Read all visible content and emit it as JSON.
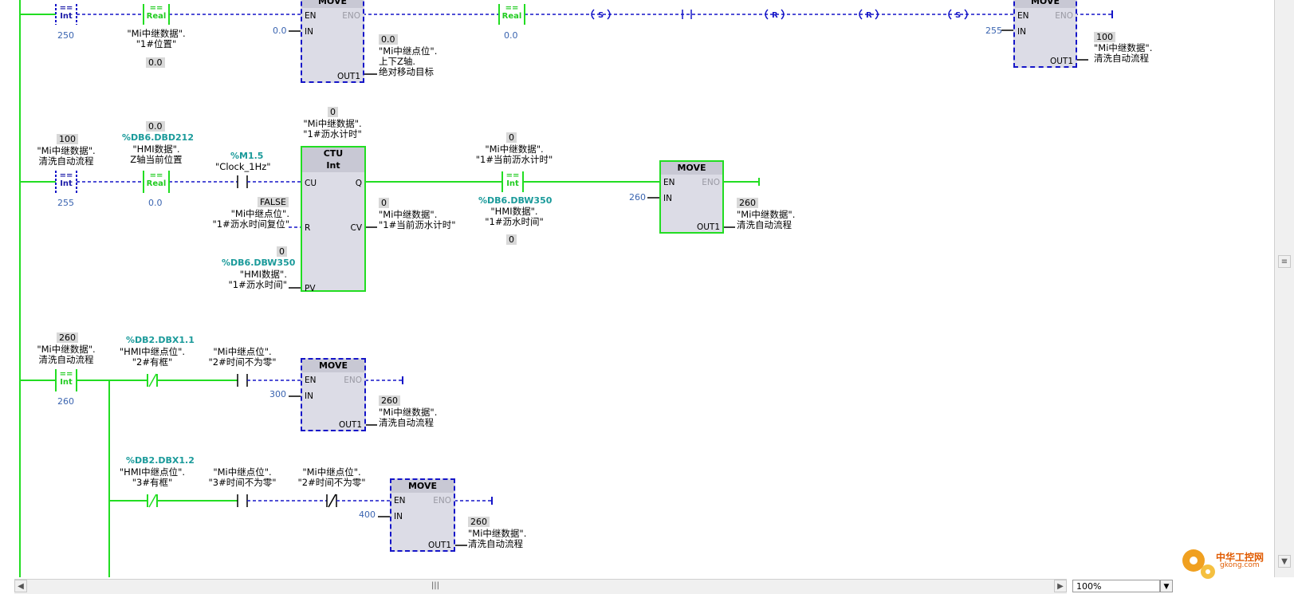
{
  "toolbar": {
    "zoom": "100%"
  },
  "logo": {
    "text": "中华工控网",
    "url": "gkong.com"
  },
  "n1": {
    "cmp_type": "Int",
    "cmp_val": "250",
    "real_type": "Real",
    "real_tag": "\"Mi中继数据\".\n\"1#位置\"",
    "real_val": "0.0",
    "move": {
      "title": "MOVE",
      "en": "EN",
      "eno": "ENO",
      "in": "IN",
      "out": "OUT1",
      "in_val": "0.0",
      "out_val": "0.0",
      "out_tag": "\"Mi中继点位\".\n上下Z轴.\n绝对移动目标"
    },
    "real2_type": "Real",
    "real2_val": "0.0",
    "move2": {
      "title": "MOVE",
      "en": "EN",
      "eno": "ENO",
      "in": "IN",
      "out": "OUT1",
      "in_val": "255",
      "out_val": "100",
      "out_tag": "\"Mi中继数据\".\n清洗自动流程"
    }
  },
  "n2": {
    "cmp_val_top": "100",
    "cmp_tag": "\"Mi中继数据\".\n清洗自动流程",
    "cmp_type": "Int",
    "cmp_val": "255",
    "real_val_top": "0.0",
    "real_addr": "%DB6.DBD212",
    "real_tag": "\"HMI数据\".\nZ轴当前位置",
    "real_type": "Real",
    "real_val": "0.0",
    "clk_addr": "%M1.5",
    "clk_tag": "\"Clock_1Hz\"",
    "ctu": {
      "title": "CTU",
      "type": "Int",
      "cu": "CU",
      "q": "Q",
      "r": "R",
      "cv": "CV",
      "pv": "PV",
      "inst_val": "0",
      "inst_tag": "\"Mi中继数据\".\n\"1#沥水计时\"",
      "r_val": "FALSE",
      "r_tag": "\"Mi中继点位\".\n\"1#沥水时间复位\"",
      "pv_val": "0",
      "pv_addr": "%DB6.DBW350",
      "pv_tag": "\"HMI数据\".\n\"1#沥水时间\"",
      "cv_val": "0",
      "cv_tag": "\"Mi中继数据\".\n\"1#当前沥水计时\""
    },
    "cmp2_val_top": "0",
    "cmp2_tag": "\"Mi中继数据\".\n\"1#当前沥水计时\"",
    "cmp2_type": "Int",
    "cmp2_addr": "%DB6.DBW350",
    "cmp2_tag2": "\"HMI数据\".\n\"1#沥水时间\"",
    "cmp2_val": "0",
    "move": {
      "title": "MOVE",
      "en": "EN",
      "eno": "ENO",
      "in": "IN",
      "out": "OUT1",
      "in_val": "260",
      "out_val": "260",
      "out_tag": "\"Mi中继数据\".\n清洗自动流程"
    }
  },
  "n3": {
    "cmp_val_top": "260",
    "cmp_tag": "\"Mi中继数据\".\n清洗自动流程",
    "cmp_type": "Int",
    "cmp_val": "260",
    "c1_addr": "%DB2.DBX1.1",
    "c1_tag": "\"HMI中继点位\".\n\"2#有框\"",
    "c2_tag": "\"Mi中继点位\".\n\"2#时间不为零\"",
    "move": {
      "title": "MOVE",
      "en": "EN",
      "eno": "ENO",
      "in": "IN",
      "out": "OUT1",
      "in_val": "300",
      "out_val": "260",
      "out_tag": "\"Mi中继数据\".\n清洗自动流程"
    },
    "c3_addr": "%DB2.DBX1.2",
    "c3_tag": "\"HMI中继点位\".\n\"3#有框\"",
    "c4_tag": "\"Mi中继点位\".\n\"3#时间不为零\"",
    "c5_tag": "\"Mi中继点位\".\n\"2#时间不为零\"",
    "move2": {
      "title": "MOVE",
      "en": "EN",
      "eno": "ENO",
      "in": "IN",
      "out": "OUT1",
      "in_val": "400",
      "out_val": "260",
      "out_tag": "\"Mi中继数据\".\n清洗自动流程"
    }
  }
}
